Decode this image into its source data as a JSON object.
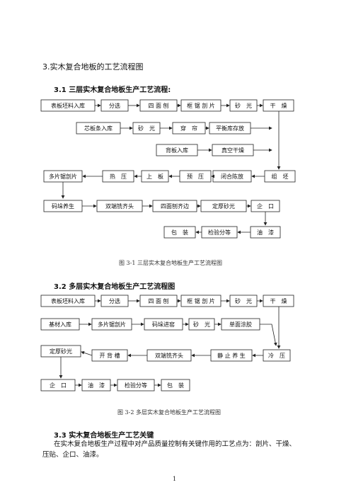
{
  "section_title": "3.实木复合地板的工艺流程图",
  "sub1": {
    "heading": "3.1 三层实木复合地板生产工艺流程:",
    "caption": "图 3-1   三层实木复合地板生产工艺流程图",
    "row1": [
      "表板坯料入库",
      "分选",
      "四 面 刨",
      "框 锯 剖 片",
      "砂　光",
      "干　燥"
    ],
    "row2": [
      "芯板条入库",
      "砂　光",
      "穿　帘",
      "平衡库存放"
    ],
    "row3": [
      "背板入库",
      "真空干燥"
    ],
    "row4": [
      "多片锯剖片",
      "热　压",
      "上　板",
      "预　压",
      "闭合陈放",
      "组　坯"
    ],
    "row5": [
      "码垛养生",
      "双端铣齐头",
      "四面刨齐边",
      "定厚砂光",
      "企　口"
    ],
    "row6": [
      "包　装",
      "检验分等",
      "油　漆"
    ]
  },
  "sub2": {
    "heading": "3.2 多层实木复合地板生产工艺流程图",
    "caption": "图 3-2   多层实木复合地板生产工艺流程图",
    "row1": [
      "表板坯料入库",
      "分选",
      "四 面 刨",
      "框 锯 剖 片",
      "砂　光",
      "干　燥"
    ],
    "row2": [
      "基材入库",
      "多片锯剖片",
      "码垛进窑",
      "砂　光",
      "单面涂胶"
    ],
    "row3": [
      "定厚砂光",
      "开 背 槽",
      "双端铣齐头",
      "静 止 养 生",
      "冷　压"
    ],
    "row4": [
      "企　口",
      "油　漆",
      "检验分等",
      "包　装"
    ]
  },
  "sub3": {
    "heading": "3.3 实木复合地板生产工艺关键",
    "para_line1": "在实木复合地板生产过程中对产品质量控制有关键作用的工艺点为：剖片、干燥、",
    "para_line2": "压贴、企口、油漆。"
  },
  "page_number": "1"
}
